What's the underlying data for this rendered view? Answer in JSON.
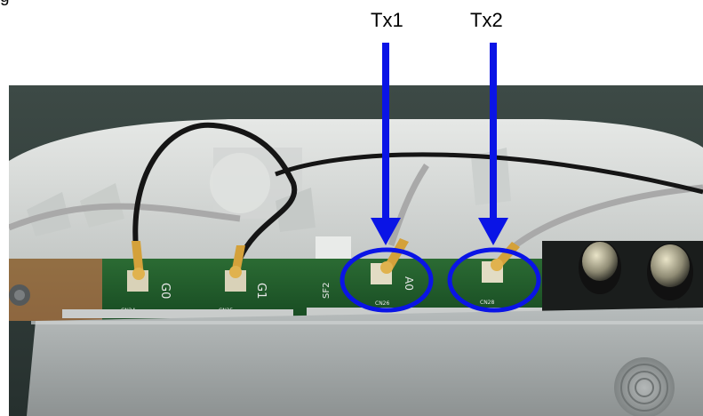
{
  "caption_fragment": "g",
  "annotations": [
    {
      "label": "Tx1",
      "target": "antenna-connector-A0"
    },
    {
      "label": "Tx2",
      "target": "antenna-connector-second"
    }
  ],
  "board_markings": {
    "g0": "G0",
    "g1": "G1",
    "a0": "A0",
    "sf2": "SF2",
    "cn24": "CN24",
    "cn25": "CN25",
    "cn26": "CN26",
    "cn28": "CN28"
  },
  "colors": {
    "annotation": "#0a14e6",
    "pcb": "#1f5a2a",
    "cable_black": "#151515",
    "cable_gray": "#a9a9a9",
    "connector_gold": "#d4a13a",
    "housing": "#d9dbd8",
    "heatsink": "#9ea3a3"
  }
}
